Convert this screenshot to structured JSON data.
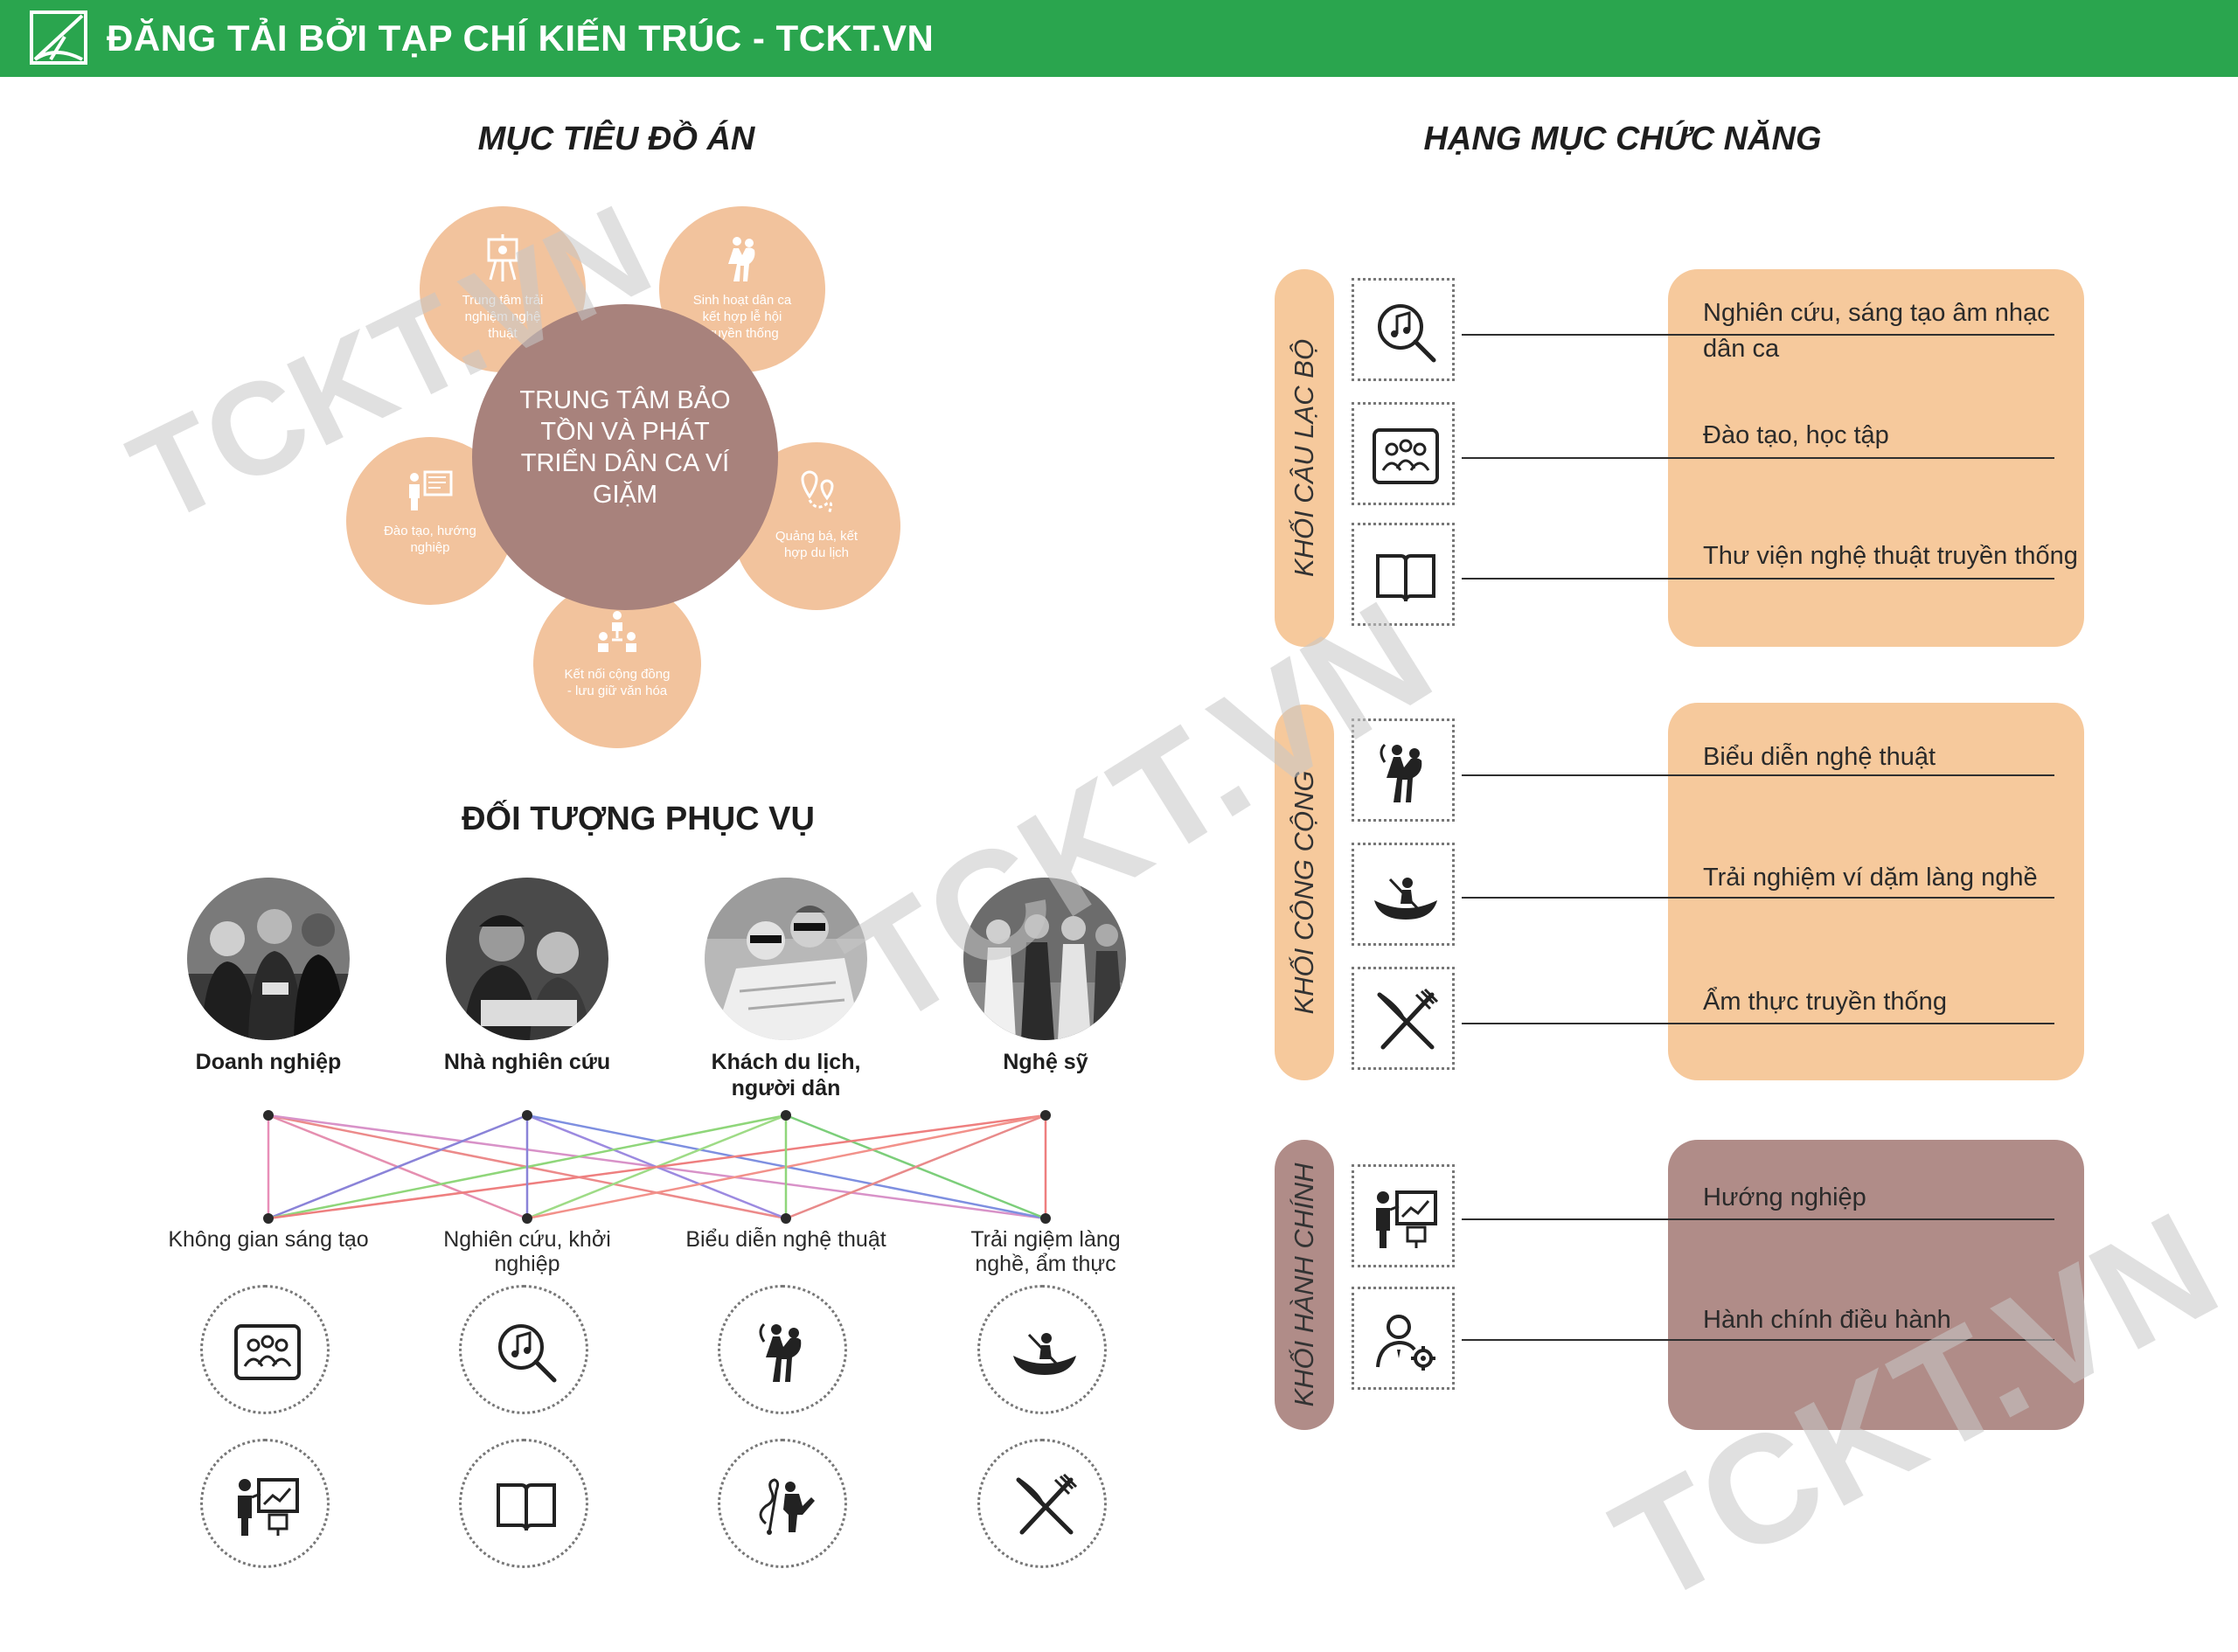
{
  "header": {
    "title": "ĐĂNG TẢI BỞI TẠP CHÍ KIẾN TRÚC - TCKT.VN"
  },
  "watermark": "TCKT.VN",
  "goals": {
    "title": "MỤC TIÊU ĐỒ ÁN",
    "center": "TRUNG TÂM BẢO TỒN VÀ PHÁT TRIỂN DÂN CA VÍ GIẶM",
    "petals": [
      {
        "text": "Trung tâm trải nghiệm nghệ thuật",
        "icon": "presentation-icon"
      },
      {
        "text": "Sinh hoạt dân ca kết hợp lễ hội truyền thống",
        "icon": "dancers-icon"
      },
      {
        "text": "Quảng bá, kết hợp du lịch",
        "icon": "map-pin-route-icon"
      },
      {
        "text": "Kết nối cộng đồng - lưu giữ văn hóa",
        "icon": "community-icon"
      },
      {
        "text": "Đào tạo, hướng nghiệp",
        "icon": "teaching-icon"
      }
    ]
  },
  "audience": {
    "title": "ĐỐI TƯỢNG PHỤC VỤ",
    "persons": [
      {
        "label": "Doanh nghiệp"
      },
      {
        "label": "Nhà nghiên cứu"
      },
      {
        "label": "Khách du lịch, người dân"
      },
      {
        "label": "Nghệ sỹ"
      }
    ],
    "activities": [
      {
        "label": "Không gian sáng tạo",
        "icons": [
          "group-icon",
          "training-icon"
        ]
      },
      {
        "label": "Nghiên cứu, khởi nghiệp",
        "icons": [
          "music-search-icon",
          "book-icon"
        ]
      },
      {
        "label": "Biểu diễn nghệ thuật",
        "icons": [
          "dancers-icon",
          "music-performance-icon"
        ]
      },
      {
        "label": "Trải ngiệm làng nghề, ẩm thực",
        "icons": [
          "boat-icon",
          "cutlery-icon"
        ]
      }
    ],
    "connections": [
      {
        "from": 0,
        "to": 1,
        "color": "#e58fb0"
      },
      {
        "from": 0,
        "to": 2,
        "color": "#ec8a8a"
      },
      {
        "from": 0,
        "to": 3,
        "color": "#d892c8"
      },
      {
        "from": 1,
        "to": 0,
        "color": "#8a83d8"
      },
      {
        "from": 1,
        "to": 2,
        "color": "#9c8ae0"
      },
      {
        "from": 1,
        "to": 3,
        "color": "#7e8fe0"
      },
      {
        "from": 2,
        "to": 0,
        "color": "#8fd67a"
      },
      {
        "from": 2,
        "to": 1,
        "color": "#9edb86"
      },
      {
        "from": 2,
        "to": 3,
        "color": "#7cce7a"
      },
      {
        "from": 3,
        "to": 0,
        "color": "#ee7f7f"
      },
      {
        "from": 3,
        "to": 1,
        "color": "#f2918a"
      },
      {
        "from": 3,
        "to": 2,
        "color": "#e88a8a"
      }
    ],
    "verticals": [
      {
        "index": 0,
        "color": "#e88fb8"
      },
      {
        "index": 1,
        "color": "#8a83d8"
      },
      {
        "index": 2,
        "color": "#8fd67a"
      },
      {
        "index": 3,
        "color": "#ee7f7f"
      }
    ]
  },
  "functions": {
    "title": "HẠNG MỤC CHỨC NĂNG",
    "groups": [
      {
        "label": "KHỐI CÂU LẠC BỘ",
        "color": "#f6c99c",
        "items": [
          {
            "text": "Nghiên cứu, sáng tạo âm nhạc dân ca",
            "icon": "music-search-icon"
          },
          {
            "text": "Đào tạo, học tập",
            "icon": "group-icon"
          },
          {
            "text": "Thư viện nghệ thuật  truyền thống",
            "icon": "book-icon"
          }
        ]
      },
      {
        "label": "KHỐI CÔNG CỘNG",
        "color": "#f6c99c",
        "items": [
          {
            "text": "Biểu diễn nghệ thuật",
            "icon": "dancers-icon"
          },
          {
            "text": "Trải nghiệm ví dặm làng nghề",
            "icon": "boat-icon"
          },
          {
            "text": "Ẩm thực truyền thống",
            "icon": "cutlery-icon"
          }
        ]
      },
      {
        "label": "KHỐI HÀNH CHÍNH",
        "color": "#b08c88",
        "items": [
          {
            "text": "Hướng nghiệp",
            "icon": "training-icon"
          },
          {
            "text": "Hành chính điều hành",
            "icon": "admin-gear-icon"
          }
        ]
      }
    ]
  }
}
